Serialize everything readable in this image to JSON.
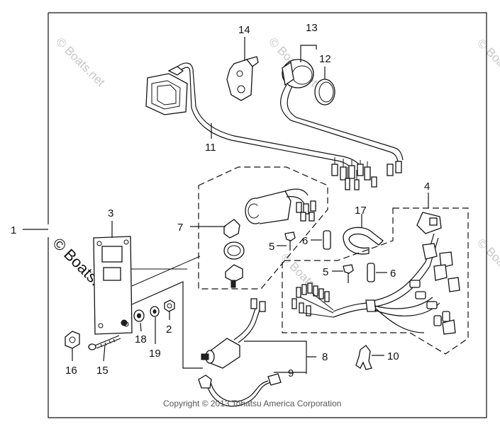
{
  "diagram": {
    "callouts": {
      "p1": "1",
      "p2": "2",
      "p3": "3",
      "p4": "4",
      "p5a": "5",
      "p5b": "5",
      "p6a": "6",
      "p6b": "6",
      "p7": "7",
      "p8": "8",
      "p9": "9",
      "p10": "10",
      "p11": "11",
      "p12": "12",
      "p13": "13",
      "p14": "14",
      "p15": "15",
      "p16": "16",
      "p17": "17",
      "p18": "18",
      "p19": "19"
    },
    "watermark": "© Boats.net",
    "copyright": "Copyright © 2013 Tohatsu America Corporation"
  }
}
